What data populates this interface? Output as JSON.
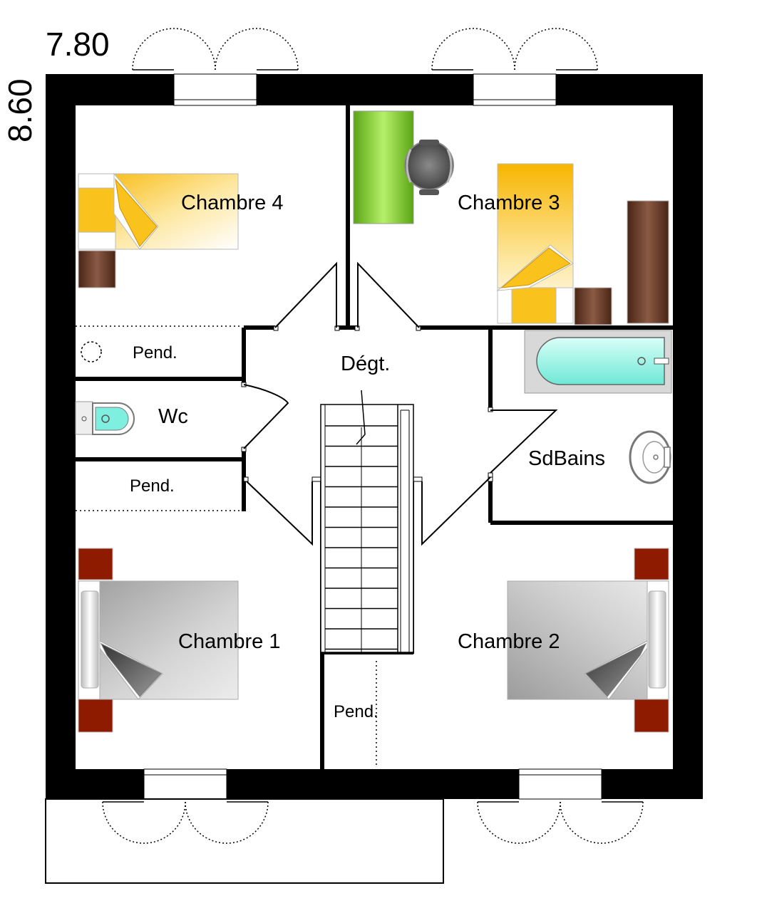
{
  "dimensions": {
    "width_label": "7.80",
    "height_label": "8.60"
  },
  "rooms": {
    "chambre4": "Chambre 4",
    "chambre3": "Chambre 3",
    "chambre1": "Chambre 1",
    "chambre2": "Chambre 2",
    "degt": "Dégt.",
    "wc": "Wc",
    "sdbains": "SdBains",
    "pend_top": "Pend.",
    "pend_mid": "Pend.",
    "pend_bottom": "Pend."
  },
  "colors": {
    "wall": "#000000",
    "bed_yellow": "#f9c21c",
    "bed_grey": "#a8a8a8",
    "desk_green": "#7cc82a",
    "furniture_brown": "#5a2e1e",
    "nightstand_red": "#8e1a00",
    "water_cyan": "#7ff0e0"
  }
}
